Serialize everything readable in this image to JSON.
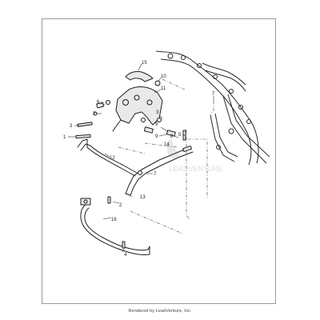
{
  "diagram": {
    "callouts": [
      {
        "id": "c15",
        "text": "15"
      },
      {
        "id": "c10",
        "text": "10"
      },
      {
        "id": "c11",
        "text": "11"
      },
      {
        "id": "c6",
        "text": "6"
      },
      {
        "id": "c7a",
        "text": "7"
      },
      {
        "id": "c7b",
        "text": "7"
      },
      {
        "id": "c3a",
        "text": "3"
      },
      {
        "id": "c3b",
        "text": "3"
      },
      {
        "id": "c9a",
        "text": "9"
      },
      {
        "id": "c9b",
        "text": "9"
      },
      {
        "id": "c8",
        "text": "8"
      },
      {
        "id": "c5",
        "text": "5"
      },
      {
        "id": "c14",
        "text": "14"
      },
      {
        "id": "c1",
        "text": "1"
      },
      {
        "id": "c12",
        "text": "12"
      },
      {
        "id": "c7c",
        "text": "7"
      },
      {
        "id": "c2",
        "text": "2"
      },
      {
        "id": "c13",
        "text": "13"
      },
      {
        "id": "c16",
        "text": "16"
      },
      {
        "id": "c4",
        "text": "4"
      }
    ],
    "watermark": "LEADVENTURE"
  },
  "footer": {
    "text": "Rendered by LeadVenture, Inc."
  }
}
